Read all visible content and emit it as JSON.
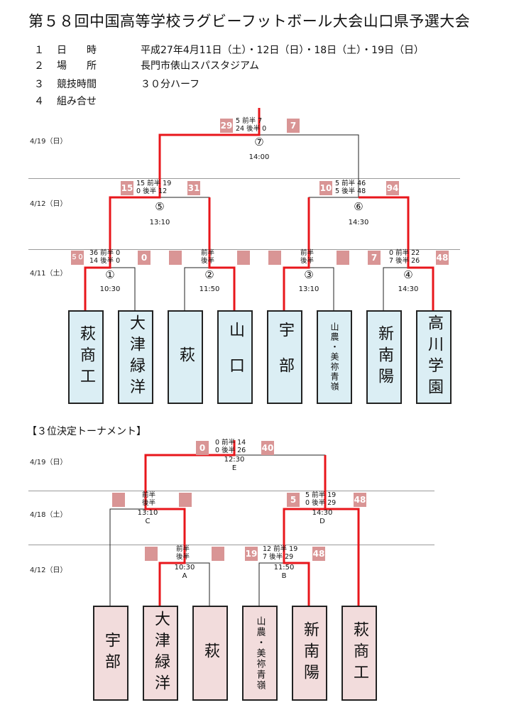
{
  "title": "第５８回中国高等学校ラグビーフットボール大会山口県予選大会",
  "info": [
    {
      "num": "１",
      "label": "日　　時",
      "value": "平成27年4月11日（土）・12日（日）・18日（土）・19日（日）"
    },
    {
      "num": "２",
      "label": "場　　所",
      "value": "長門市俵山スパスタジアム"
    },
    {
      "num": "３",
      "label": "競技時間",
      "value": "３０分ハーフ"
    },
    {
      "num": "４",
      "label": "組み合せ",
      "value": ""
    }
  ],
  "dates_main": [
    "4/19（日）",
    "4/12（日）",
    "4/11（土）"
  ],
  "dates_third": [
    "4/19（日）",
    "4/18（土）",
    "4/12（日）"
  ],
  "third_title": "【３位決定トーナメント】",
  "teams_main": [
    "萩商工",
    "大津緑洋",
    "萩",
    "山口",
    "宇部",
    "山農・美祢青嶺",
    "新南陽",
    "高川学園"
  ],
  "teams_third": [
    "宇部",
    "大津緑洋",
    "萩",
    "山農・美祢青嶺",
    "新南陽",
    "萩商工"
  ],
  "main_matches": [
    {
      "no": "①",
      "time": "10:30",
      "left_total": "５０",
      "right_total": "0",
      "l1": "36",
      "r1": "0",
      "l2": "14",
      "r2": "0"
    },
    {
      "no": "②",
      "time": "11:50",
      "left_total": "",
      "right_total": "",
      "l1": "",
      "r1": "",
      "l2": "",
      "r2": ""
    },
    {
      "no": "③",
      "time": "13:10",
      "left_total": "",
      "right_total": "",
      "l1": "",
      "r1": "",
      "l2": "",
      "r2": ""
    },
    {
      "no": "④",
      "time": "14:30",
      "left_total": "7",
      "right_total": "48",
      "l1": "0",
      "r1": "22",
      "l2": "7",
      "r2": "26"
    },
    {
      "no": "⑤",
      "time": "13:10",
      "left_total": "15",
      "right_total": "31",
      "l1": "15",
      "r1": "19",
      "l2": "0",
      "r2": "12"
    },
    {
      "no": "⑥",
      "time": "14:30",
      "left_total": "10",
      "right_total": "94",
      "l1": "5",
      "r1": "46",
      "l2": "5",
      "r2": "48"
    },
    {
      "no": "⑦",
      "time": "14:00",
      "left_total": "29",
      "right_total": "7",
      "l1": "5",
      "r1": "7",
      "l2": "24",
      "r2": "0"
    }
  ],
  "third_matches": [
    {
      "code": "A",
      "time": "10:30",
      "left_total": "",
      "right_total": "",
      "l1": "",
      "r1": "",
      "l2": "",
      "r2": ""
    },
    {
      "code": "B",
      "time": "11:50",
      "left_total": "19",
      "right_total": "48",
      "l1": "12",
      "r1": "19",
      "l2": "7",
      "r2": "29"
    },
    {
      "code": "C",
      "time": "13:10",
      "left_total": "",
      "right_total": "",
      "l1": "",
      "r1": "",
      "l2": "",
      "r2": ""
    },
    {
      "code": "D",
      "time": "14:30",
      "left_total": "5",
      "right_total": "48",
      "l1": "5",
      "r1": "19",
      "l2": "0",
      "r2": "29"
    },
    {
      "code": "E",
      "time": "12:30",
      "left_total": "0",
      "right_total": "40",
      "l1": "0",
      "r1": "14",
      "l2": "0",
      "r2": "26"
    }
  ],
  "labels": {
    "first_half": "前半",
    "second_half": "後半"
  },
  "colors": {
    "winner_line": "#e8161b",
    "score_box": "#d99595",
    "team_main": "#dbeef4",
    "team_third": "#f2dcdc"
  }
}
